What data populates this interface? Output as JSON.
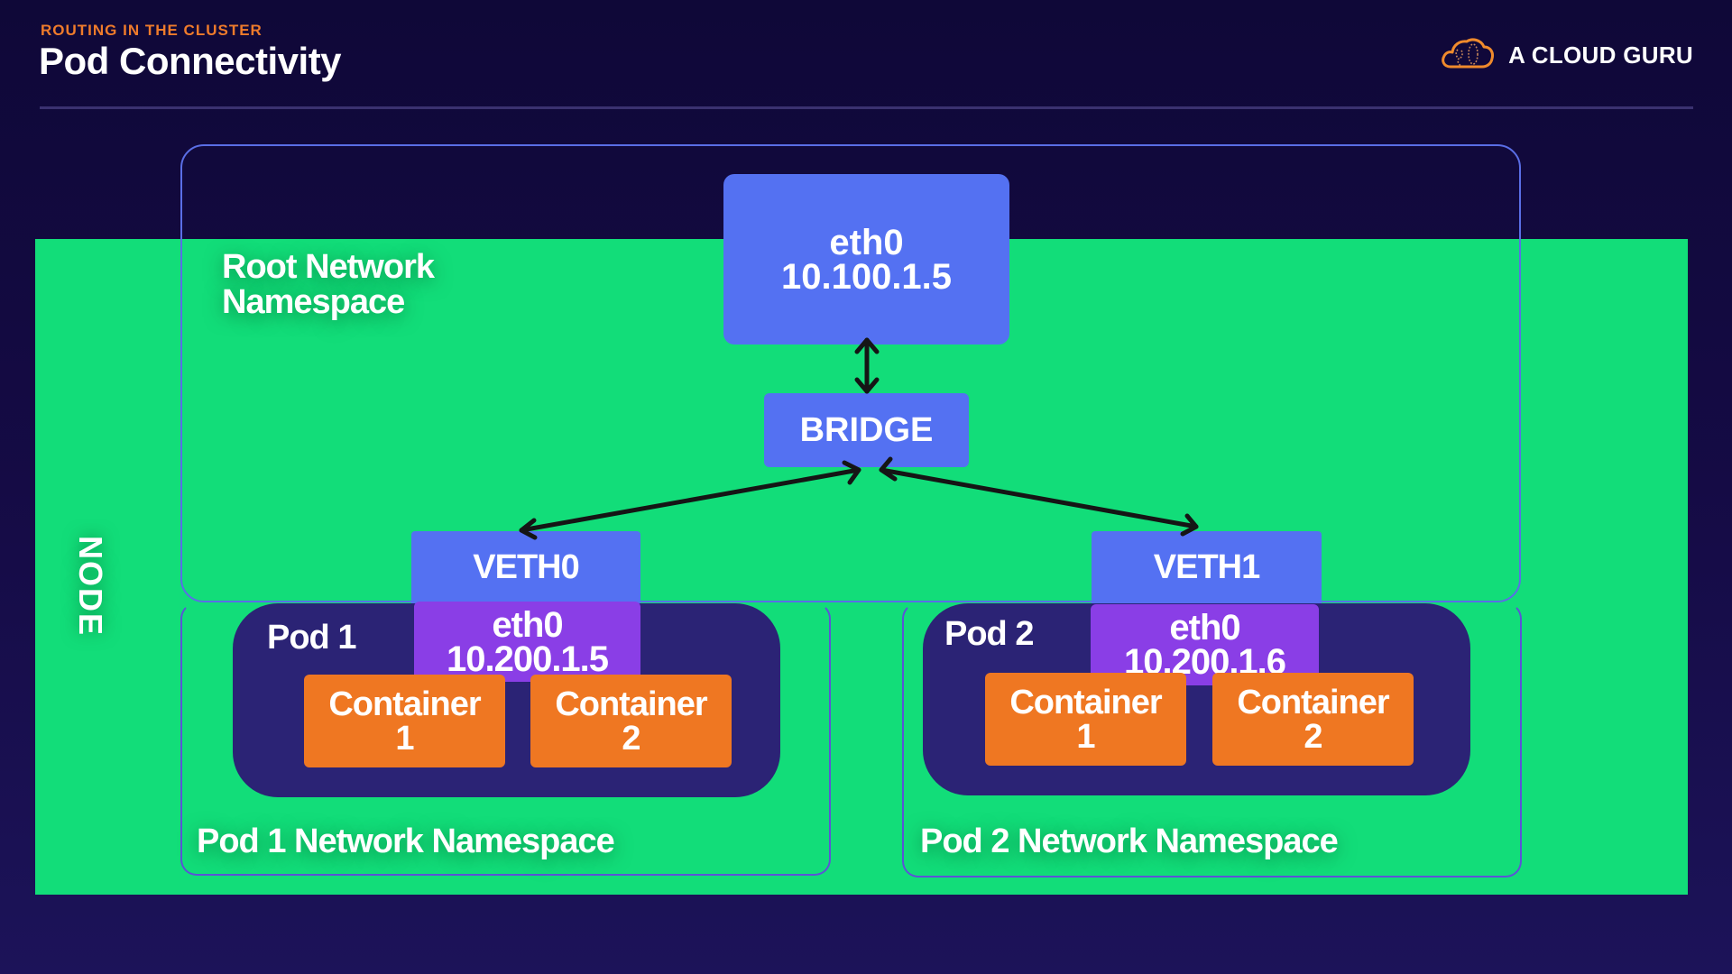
{
  "header": {
    "subtitle": "ROUTING IN THE CLUSTER",
    "title": "Pod Connectivity",
    "brand": {
      "name": "A CLOUD GURU",
      "icon": "cloud-logo-icon"
    }
  },
  "colors": {
    "background": "#150b45",
    "node_green": "#12dd79",
    "interface_blue": "#5471f2",
    "pod_eth_purple": "#8a3ee6",
    "pod_dark": "#2b2375",
    "container_orange": "#ef7722",
    "accent_orange": "#ef7b2b",
    "namespace_border": "#5a6ee6"
  },
  "diagram": {
    "node_label": "NODE",
    "root_namespace": {
      "label_line1": "Root Network",
      "label_line2": "Namespace",
      "eth0": {
        "name": "eth0",
        "ip": "10.100.1.5"
      },
      "bridge": "BRIDGE"
    },
    "pods": [
      {
        "namespace_label": "Pod 1 Network Namespace",
        "pod_label": "Pod 1",
        "veth": "VETH0",
        "eth0": {
          "name": "eth0",
          "ip": "10.200.1.5"
        },
        "containers": [
          {
            "line1": "Container",
            "line2": "1"
          },
          {
            "line1": "Container",
            "line2": "2"
          }
        ]
      },
      {
        "namespace_label": "Pod 2 Network Namespace",
        "pod_label": "Pod 2",
        "veth": "VETH1",
        "eth0": {
          "name": "eth0",
          "ip": "10.200.1.6"
        },
        "containers": [
          {
            "line1": "Container",
            "line2": "1"
          },
          {
            "line1": "Container",
            "line2": "2"
          }
        ]
      }
    ],
    "connections": [
      {
        "from": "eth0 10.100.1.5",
        "to": "BRIDGE",
        "type": "bidirectional"
      },
      {
        "from": "BRIDGE",
        "to": "VETH0",
        "type": "bidirectional"
      },
      {
        "from": "BRIDGE",
        "to": "VETH1",
        "type": "bidirectional"
      }
    ]
  }
}
